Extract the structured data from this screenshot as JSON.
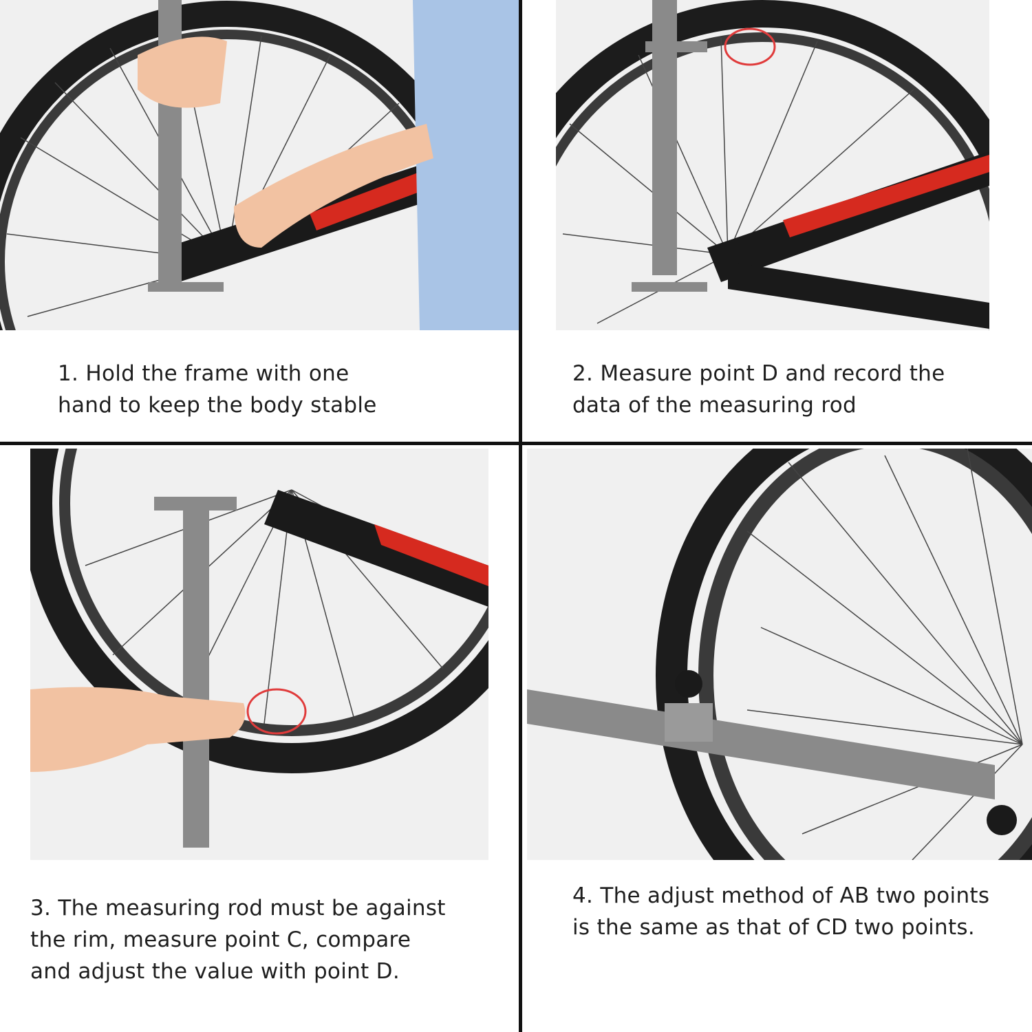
{
  "steps": [
    {
      "caption": [
        "1. Hold the frame with one",
        "hand to keep the body stable"
      ]
    },
    {
      "caption": [
        "2. Measure point D and record the",
        "data of the measuring rod"
      ]
    },
    {
      "caption": [
        "3. The measuring rod must be against",
        "the rim, measure point C, compare",
        "and adjust the value with point D."
      ]
    },
    {
      "caption": [
        "4. The adjust method of AB two points",
        "is the same as that of CD two points."
      ]
    }
  ],
  "colors": {
    "divider": "#111111",
    "tire": "#1c1c1c",
    "rim": "#3a3a3a",
    "frame_red": "#d62a1f",
    "frame_black": "#1a1a1a",
    "tool_gray": "#8a8a8a",
    "highlight_circle": "#e03b3b",
    "skin": "#f2c2a2"
  }
}
